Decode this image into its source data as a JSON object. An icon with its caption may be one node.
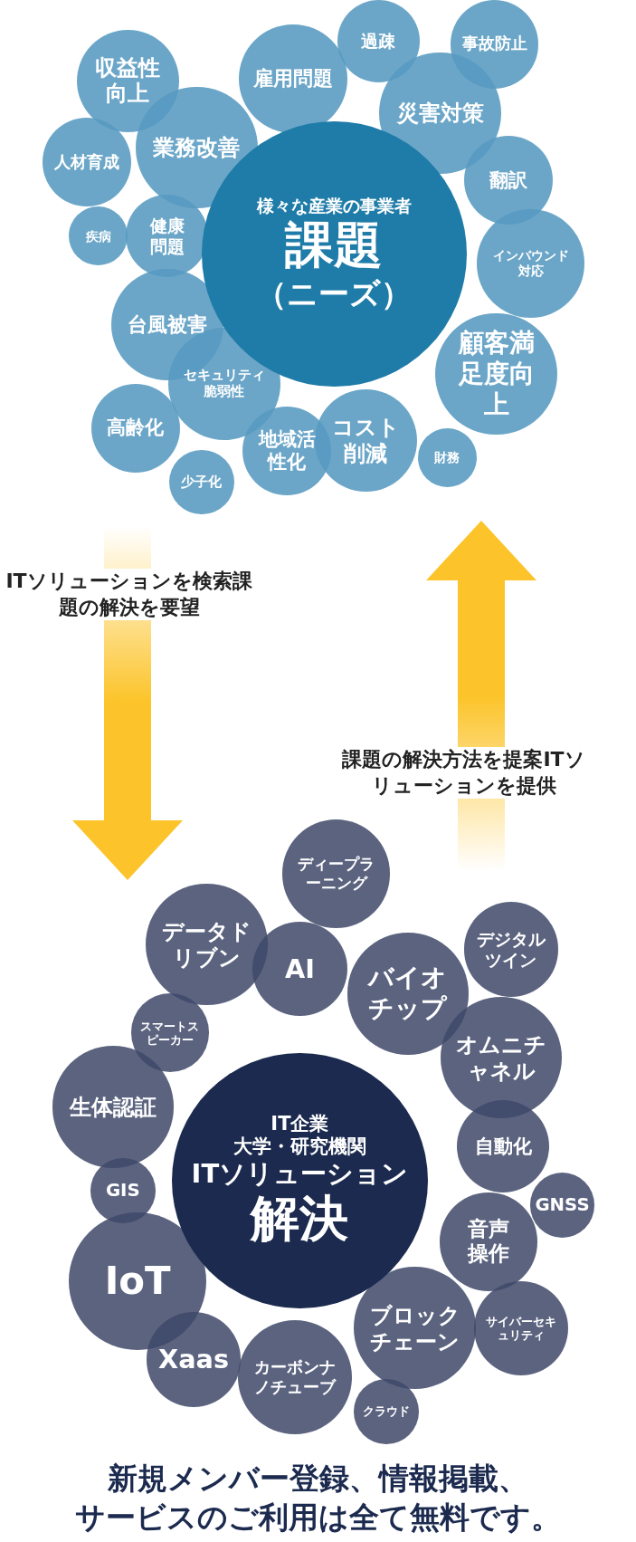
{
  "diagram": {
    "caption": "新規メンバー登録、情報掲載、サービスのご利用は全て無料です。",
    "nodes": [
      {
        "text": [
          "様々な産業の事業者",
          "課題",
          "（ニーズ）"
        ]
      },
      {
        "text": [
          "収益性向上"
        ]
      },
      {
        "text": [
          "過疎"
        ]
      },
      {
        "text": [
          "事故防止"
        ]
      },
      {
        "text": [
          "雇用問題"
        ]
      },
      {
        "text": [
          "災害対策"
        ]
      },
      {
        "text": [
          "業務改善"
        ]
      },
      {
        "text": [
          "人材育成"
        ]
      },
      {
        "text": [
          "翻訳"
        ]
      },
      {
        "text": [
          "健康問題"
        ]
      },
      {
        "text": [
          "疾病"
        ]
      },
      {
        "text": [
          "インバウンド対応"
        ]
      },
      {
        "text": [
          "台風被害"
        ]
      },
      {
        "text": [
          "顧客満足度向上"
        ]
      },
      {
        "text": [
          "セキュリティ脆弱性"
        ]
      },
      {
        "text": [
          "高齢化"
        ]
      },
      {
        "text": [
          "コスト削減"
        ]
      },
      {
        "text": [
          "地域活性化"
        ]
      },
      {
        "text": [
          "財務"
        ]
      },
      {
        "text": [
          "少子化"
        ]
      },
      {
        "text": [
          "IT企業",
          "大学・研究機関",
          "ITソリューション",
          "解決"
        ]
      },
      {
        "text": [
          "ディープラーニング"
        ]
      },
      {
        "text": [
          "データドリブン"
        ]
      },
      {
        "text": [
          "AI"
        ]
      },
      {
        "text": [
          "バイオチップ"
        ]
      },
      {
        "text": [
          "デジタルツイン"
        ]
      },
      {
        "text": [
          "スマートスピーカー"
        ]
      },
      {
        "text": [
          "オムニチャネル"
        ]
      },
      {
        "text": [
          "生体認証"
        ]
      },
      {
        "text": [
          "自動化"
        ]
      },
      {
        "text": [
          "GIS"
        ]
      },
      {
        "text": [
          "GNSS"
        ]
      },
      {
        "text": [
          "音声操作"
        ]
      },
      {
        "text": [
          "IoT"
        ]
      },
      {
        "text": [
          "ブロックチェーン"
        ]
      },
      {
        "text": [
          "サイバーセキュリティ"
        ]
      },
      {
        "text": [
          "Xaas"
        ]
      },
      {
        "text": [
          "カーボンナノチューブ"
        ]
      },
      {
        "text": [
          "クラウド"
        ]
      }
    ],
    "labels": [
      "ITソリューションを検索課題の解決を要望",
      "課題の解決方法を提案ITソリューションを提供"
    ]
  }
}
